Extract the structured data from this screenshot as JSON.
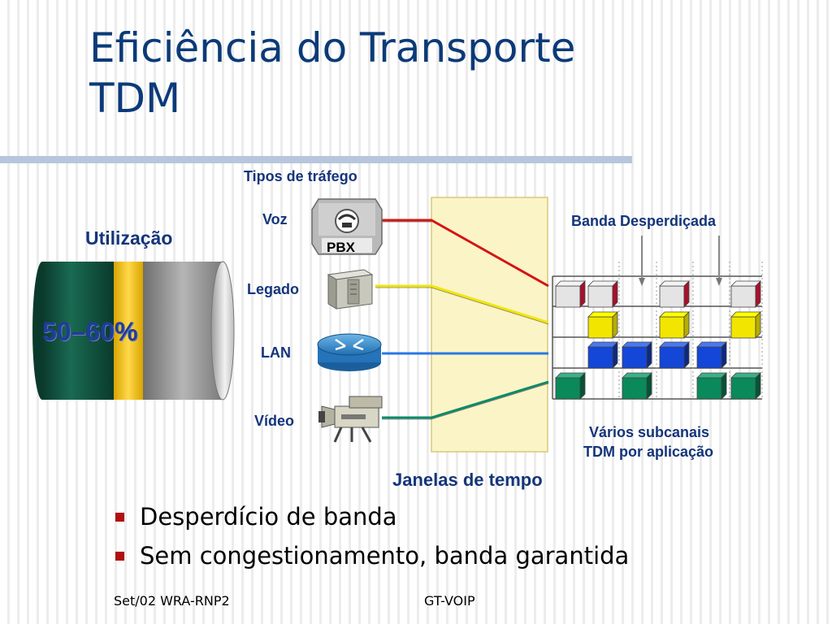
{
  "title": {
    "line1": "Eficiência do Transporte",
    "line2": "TDM"
  },
  "diagram": {
    "traffic_types_label": "Tipos de tráfego",
    "utilization_label": "Utilização",
    "utilization_value": "50–60%",
    "sources": [
      {
        "label": "Voz",
        "icon": "pbx-icon",
        "device_label": "PBX",
        "line_color": "#d41414"
      },
      {
        "label": "Legado",
        "icon": "legacy-device-icon",
        "line_color": "#f2e600"
      },
      {
        "label": "LAN",
        "icon": "router-icon",
        "line_color": "#2a78e6"
      },
      {
        "label": "Vídeo",
        "icon": "video-camera-icon",
        "line_color": "#0a8a6a"
      }
    ],
    "wasted_bandwidth_label": "Banda Desperdiçada",
    "time_windows_label": "Janelas de tempo",
    "subchannels_label_line1": "Vários subcanais",
    "subchannels_label_line2": "TDM por aplicação",
    "colors": {
      "pipe_dark": "#0d4a3a",
      "pipe_yellow": "#f5c518",
      "pipe_gray": "#8c8c8c",
      "panel": "#fbf4c6",
      "cube_red": "#a8102c",
      "cube_yellow": "#f2e600",
      "cube_blue": "#1446d8",
      "cube_green": "#0a8a5a"
    }
  },
  "bullets": [
    "Desperdício de banda",
    "Sem congestionamento, banda garantida"
  ],
  "footer": {
    "left": "Set/02 WRA-RNP2",
    "center": "GT-VOIP"
  }
}
